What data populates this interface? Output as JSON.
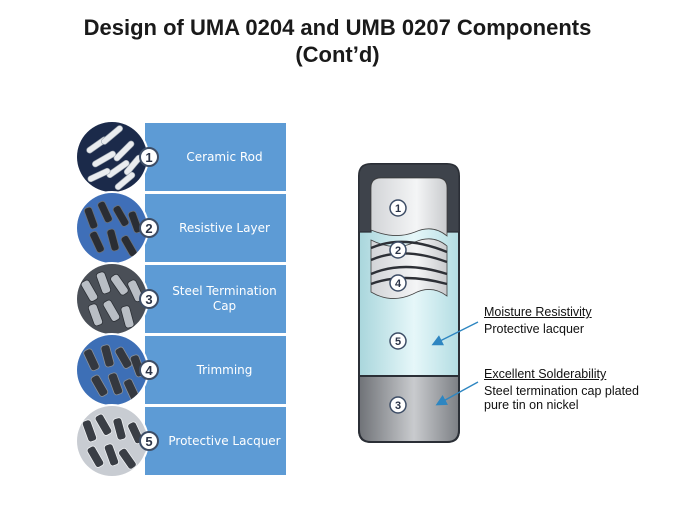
{
  "title": {
    "line1": "Design of UMA 0204 and UMB 0207 Components",
    "line2": "(Cont’d)"
  },
  "steps": [
    {
      "number": "1",
      "label": "Ceramic Rod"
    },
    {
      "number": "2",
      "label": "Resistive Layer"
    },
    {
      "number": "3",
      "label": "Steel Termination Cap"
    },
    {
      "number": "4",
      "label": "Trimming"
    },
    {
      "number": "5",
      "label": "Protective Lacquer"
    }
  ],
  "diagram": {
    "markers": [
      "1",
      "2",
      "4",
      "5",
      "3"
    ]
  },
  "annotations": [
    {
      "heading": "Moisture Resistivity",
      "body": "Protective lacquer"
    },
    {
      "heading": "Excellent Solderability",
      "body": "Steel termination cap plated pure tin on nickel"
    }
  ],
  "colors": {
    "step_box": "#5d9bd5",
    "lacquer": "#cfeef2",
    "cap": "#8a8c90",
    "outline": "#2b2f36",
    "arrow": "#2e86c1"
  },
  "icons": [
    "ceramic-rods-photo",
    "resistive-layer-photo",
    "termination-cap-photo",
    "trimming-photo",
    "lacquer-photo"
  ]
}
